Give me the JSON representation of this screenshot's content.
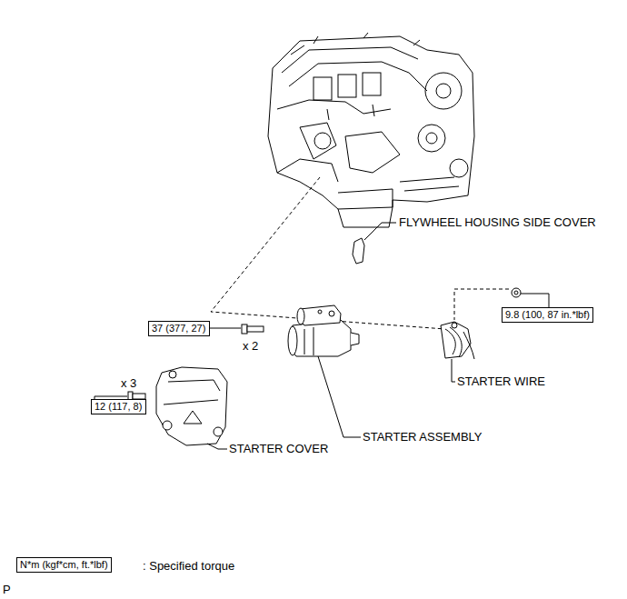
{
  "diagram": {
    "nodes": [
      {
        "text": [
          "9.8 (100, 87 in.*lbf)"
        ]
      },
      {
        "text": [
          "37 (377, 27)"
        ]
      },
      {
        "text": [
          "12 (117, 8)"
        ]
      },
      {
        "text": [
          "N*m (kgf*cm, ft.*lbf)"
        ]
      }
    ],
    "edges": [],
    "labels": [
      "FLYWHEEL HOUSING SIDE COVER",
      "x 2",
      "STARTER WIRE",
      "x 3",
      "STARTER ASSEMBLY",
      "STARTER COVER",
      ": Specified torque",
      "P"
    ]
  }
}
